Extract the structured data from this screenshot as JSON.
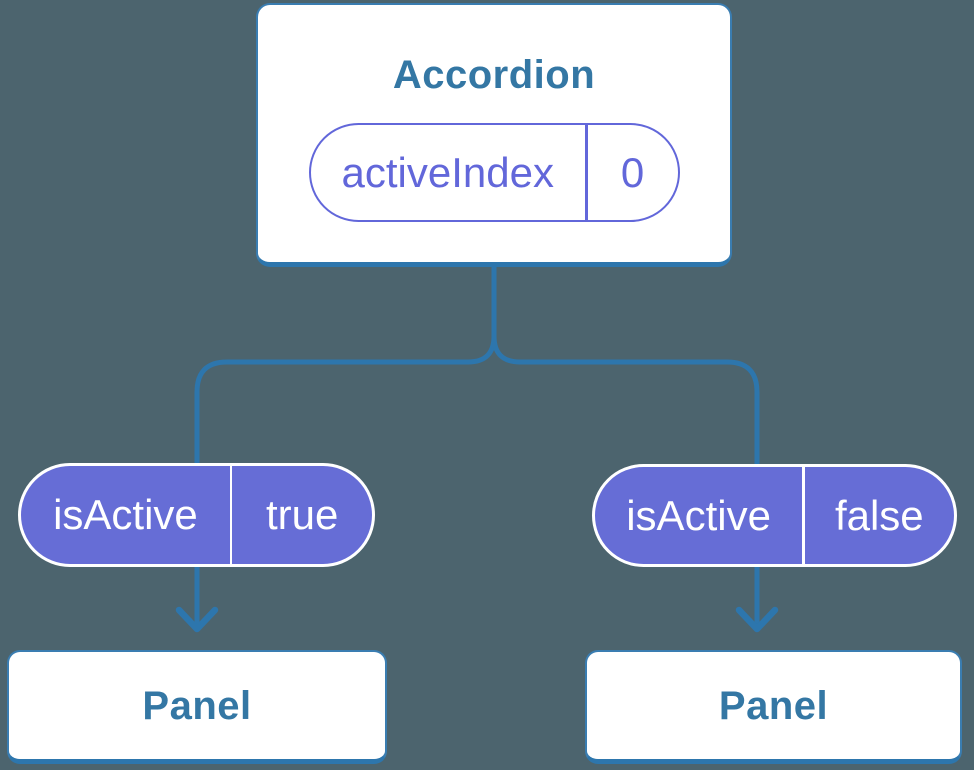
{
  "diagram": {
    "root": {
      "title": "Accordion",
      "state": {
        "name": "activeIndex",
        "value": "0"
      }
    },
    "children": [
      {
        "prop": {
          "name": "isActive",
          "value": "true"
        },
        "title": "Panel"
      },
      {
        "prop": {
          "name": "isActive",
          "value": "false"
        },
        "title": "Panel"
      }
    ]
  },
  "colors": {
    "background": "#4c646e",
    "connector_blue": "#2d76ad",
    "card_border": "#3a7db1",
    "title_text": "#3477a4",
    "purple_border": "#6267da",
    "purple_fill": "#666dd6",
    "pill_text_light": "#ffffff"
  }
}
